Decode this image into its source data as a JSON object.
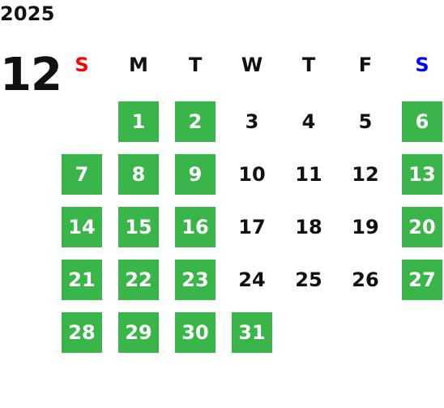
{
  "calendar": {
    "year_label": "2025",
    "month_label": "12",
    "weekdays": [
      "S",
      "M",
      "T",
      "W",
      "T",
      "F",
      "S"
    ],
    "weekday_colors": [
      "#ff0000",
      "#111111",
      "#111111",
      "#111111",
      "#111111",
      "#111111",
      "#0000ff"
    ],
    "weeks": [
      [
        "",
        "1",
        "2",
        "3",
        "4",
        "5",
        "6"
      ],
      [
        "7",
        "8",
        "9",
        "10",
        "11",
        "12",
        "13"
      ],
      [
        "14",
        "15",
        "16",
        "17",
        "18",
        "19",
        "20"
      ],
      [
        "21",
        "22",
        "23",
        "24",
        "25",
        "26",
        "27"
      ],
      [
        "28",
        "29",
        "30",
        "31",
        "",
        "",
        ""
      ]
    ],
    "highlight_color": "#3ab54a",
    "highlighted_days": [
      "1",
      "2",
      "6",
      "7",
      "8",
      "9",
      "13",
      "14",
      "15",
      "16",
      "20",
      "21",
      "22",
      "23",
      "27",
      "28",
      "29",
      "30",
      "31"
    ]
  }
}
